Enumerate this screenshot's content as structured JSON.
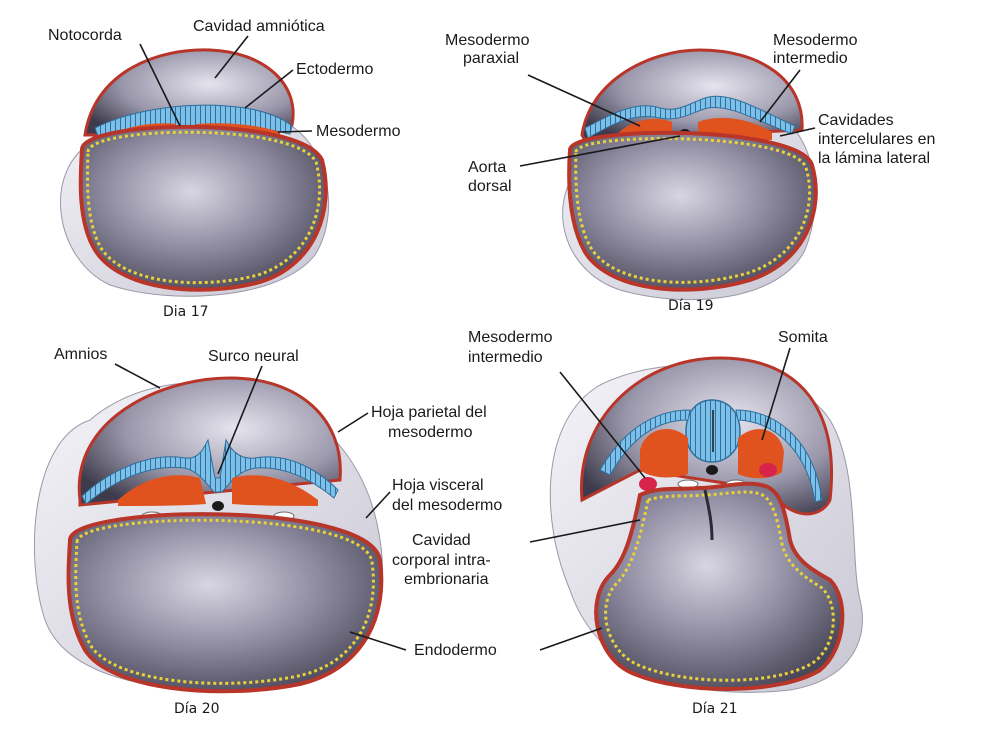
{
  "colors": {
    "ectoderm": "#5aa7d8",
    "mesoderm": "#e0531e",
    "membrane": "#b8352a",
    "endoderm_dots": "#e8d23a",
    "cavity": "#6c6a7e",
    "background": "#ffffff"
  },
  "panels": [
    {
      "caption": "Dia 17",
      "labels": {
        "notocorda": "Notocorda",
        "cavidad_amniotica": "Cavidad amniótica",
        "ectodermo": "Ectodermo",
        "mesodermo": "Mesodermo"
      }
    },
    {
      "caption": "Día 19",
      "labels": {
        "mesodermo_paraxial_1": "Mesodermo",
        "mesodermo_paraxial_2": "paraxial",
        "mesodermo_intermedio_1": "Mesodermo",
        "mesodermo_intermedio_2": "intermedio",
        "cavidades_1": "Cavidades",
        "cavidades_2": "intercelulares en",
        "cavidades_3": "la lámina lateral",
        "aorta_1": "Aorta",
        "aorta_2": "dorsal"
      }
    },
    {
      "caption": "Día 20",
      "labels": {
        "amnios": "Amnios",
        "surco_neural": "Surco neural",
        "hoja_parietal_1": "Hoja parietal del",
        "hoja_parietal_2": "mesodermo",
        "hoja_visceral_1": "Hoja visceral",
        "hoja_visceral_2": "del mesodermo",
        "cavidad_corporal_1": "Cavidad",
        "cavidad_corporal_2": "corporal intra-",
        "cavidad_corporal_3": "embrionaria",
        "endodermo": "Endodermo"
      }
    },
    {
      "caption": "Día 21",
      "labels": {
        "mesodermo_intermedio_1": "Mesodermo",
        "mesodermo_intermedio_2": "intermedio",
        "somita": "Somita"
      }
    }
  ]
}
